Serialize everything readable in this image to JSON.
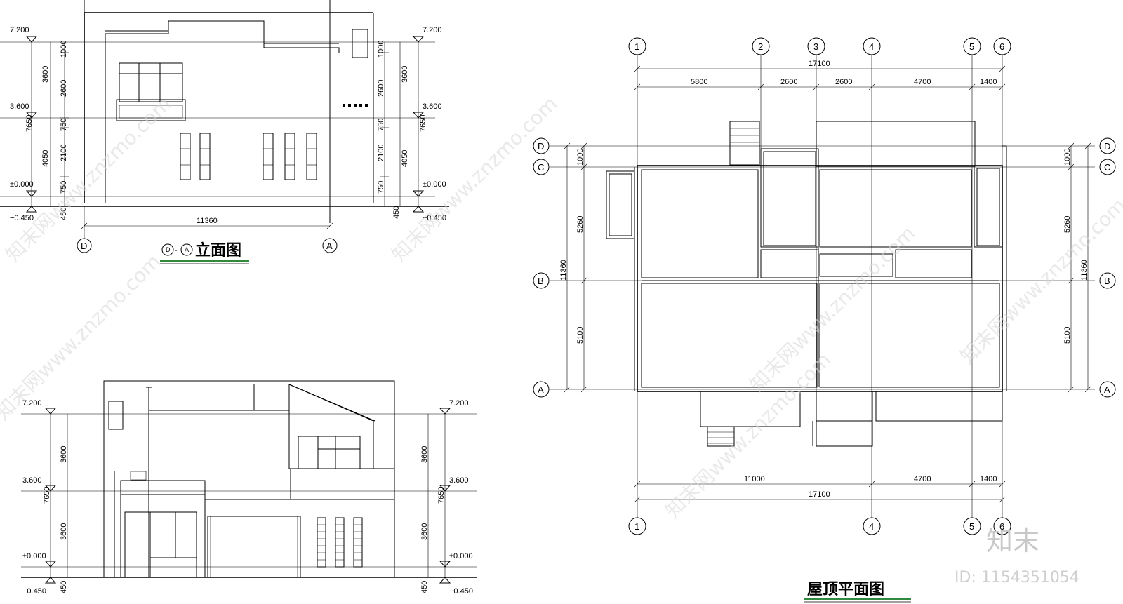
{
  "elev1": {
    "title_marks": [
      "D",
      "A"
    ],
    "title_dash": "-",
    "title_text": "立面图",
    "levels_left": [
      "7.200",
      "3.600",
      "±0.000",
      "−0.450"
    ],
    "levels_right": [
      "7.200",
      "3.600",
      "±0.000",
      "−0.450"
    ],
    "dims_left_outer": [
      "3600",
      "7650",
      "4050",
      "450"
    ],
    "dims_left_inner": [
      "1000",
      "2600",
      "750",
      "2100",
      "750"
    ],
    "dims_right_inner": [
      "1000",
      "2600",
      "750",
      "2100",
      "750",
      "450"
    ],
    "dims_right_outer": [
      "3600",
      "7650",
      "4050"
    ],
    "width_dim": "11360",
    "axis_left": "D",
    "axis_right": "A"
  },
  "elev2": {
    "levels_left": [
      "7.200",
      "3.600",
      "±0.000",
      "−0.450"
    ],
    "levels_right": [
      "7.200",
      "3.600",
      "±0.000",
      "−0.450"
    ],
    "dims_left": [
      "3600",
      "7650",
      "3600",
      "450"
    ],
    "dims_right": [
      "3600",
      "7650",
      "3600",
      "450"
    ]
  },
  "roof": {
    "title": "屋顶平面图",
    "axes_top": [
      "1",
      "2",
      "3",
      "4",
      "5",
      "6"
    ],
    "axes_bottom": [
      "1",
      "4",
      "5",
      "6"
    ],
    "axes_left": [
      "D",
      "C",
      "B",
      "A"
    ],
    "axes_right": [
      "D",
      "C",
      "B",
      "A"
    ],
    "top_total": "17100",
    "top_segments": [
      "5800",
      "2600",
      "2600",
      "4700",
      "1400"
    ],
    "bottom_segments": [
      "11000",
      "4700",
      "1400"
    ],
    "bottom_total": "17100",
    "left_segments": [
      "1000",
      "5260",
      "5100"
    ],
    "left_total": "11360",
    "right_segments": [
      "1000",
      "5260",
      "5100"
    ],
    "right_total": "11360"
  },
  "watermark": {
    "text": "知末网www.znzmo.com",
    "logo": "知末",
    "id_label": "ID: 1154351054"
  },
  "colors": {
    "line": "#000000",
    "title_underline": "#2e8b3e",
    "watermark": "#cccccc"
  }
}
